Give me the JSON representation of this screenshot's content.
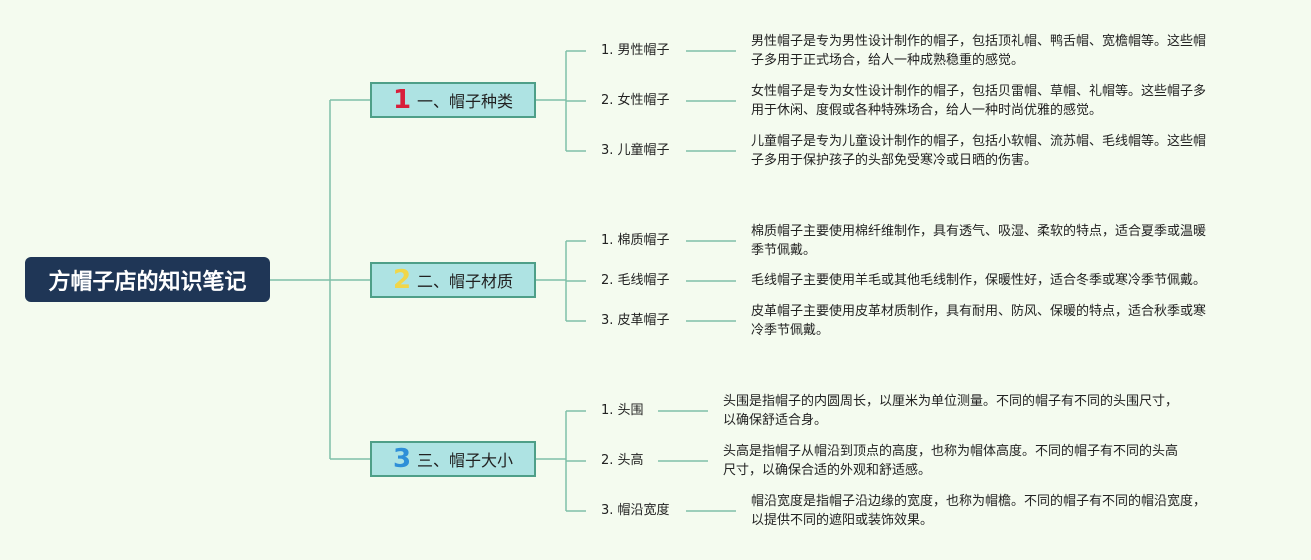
{
  "root": {
    "title": "方帽子店的知识笔记"
  },
  "branches": [
    {
      "num": "1",
      "num_color": "#d81e3a",
      "title": "一、帽子种类",
      "items": [
        {
          "label": "1. 男性帽子",
          "desc": [
            "男性帽子是专为男性设计制作的帽子，包括顶礼帽、鸭舌帽、宽檐帽等。这些帽",
            "子多用于正式场合，给人一种成熟稳重的感觉。"
          ]
        },
        {
          "label": "2. 女性帽子",
          "desc": [
            "女性帽子是专为女性设计制作的帽子，包括贝雷帽、草帽、礼帽等。这些帽子多",
            "用于休闲、度假或各种特殊场合，给人一种时尚优雅的感觉。"
          ]
        },
        {
          "label": "3. 儿童帽子",
          "desc": [
            "儿童帽子是专为儿童设计制作的帽子，包括小软帽、流苏帽、毛线帽等。这些帽",
            "子多用于保护孩子的头部免受寒冷或日晒的伤害。"
          ]
        }
      ]
    },
    {
      "num": "2",
      "num_color": "#f0d64a",
      "title": "二、帽子材质",
      "items": [
        {
          "label": "1. 棉质帽子",
          "desc": [
            "棉质帽子主要使用棉纤维制作，具有透气、吸湿、柔软的特点，适合夏季或温暖",
            "季节佩戴。"
          ]
        },
        {
          "label": "2. 毛线帽子",
          "desc": [
            "毛线帽子主要使用羊毛或其他毛线制作，保暖性好，适合冬季或寒冷季节佩戴。"
          ]
        },
        {
          "label": "3. 皮革帽子",
          "desc": [
            "皮革帽子主要使用皮革材质制作，具有耐用、防风、保暖的特点，适合秋季或寒",
            "冷季节佩戴。"
          ]
        }
      ]
    },
    {
      "num": "3",
      "num_color": "#2e8fd8",
      "title": "三、帽子大小",
      "items": [
        {
          "label": "1. 头围",
          "desc": [
            "头围是指帽子的内圆周长，以厘米为单位测量。不同的帽子有不同的头围尺寸，",
            "以确保舒适合身。"
          ]
        },
        {
          "label": "2. 头高",
          "desc": [
            "头高是指帽子从帽沿到顶点的高度，也称为帽体高度。不同的帽子有不同的头高",
            "尺寸，以确保合适的外观和舒适感。"
          ]
        },
        {
          "label": "3. 帽沿宽度",
          "desc": [
            "帽沿宽度是指帽子沿边缘的宽度，也称为帽檐。不同的帽子有不同的帽沿宽度，",
            "以提供不同的遮阳或装饰效果。"
          ]
        }
      ]
    }
  ],
  "colors": {
    "line": "#7fc0a8",
    "root_bg": "#1f3656",
    "branch_bg": "#aee3e3",
    "branch_border": "#4e9f88",
    "background": "#f4fbef"
  }
}
